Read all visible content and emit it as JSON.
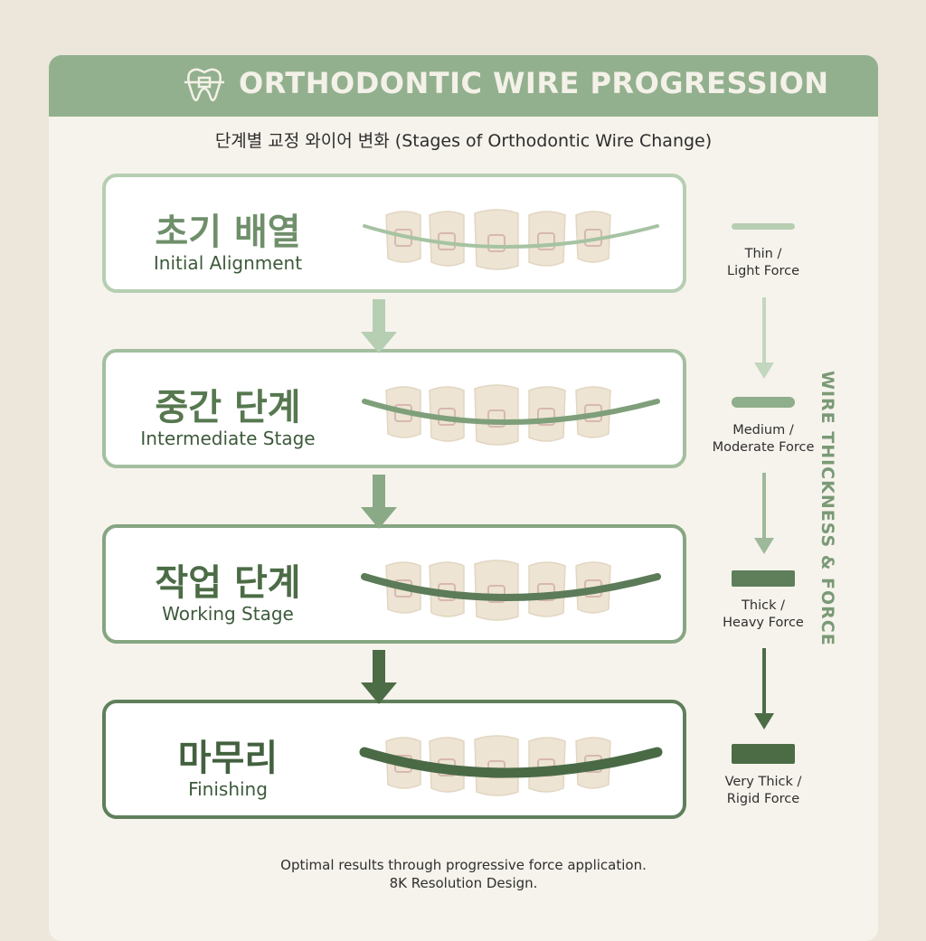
{
  "title": "ORTHODONTIC WIRE PROGRESSION",
  "subtitle": "단계별 교정 와이어 변화 (Stages of Orthodontic Wire Change)",
  "logo_icon": "tooth-with-brace-icon",
  "stages": [
    {
      "ko": "초기 배열",
      "en": "Initial Alignment",
      "wire_level": 1,
      "color": "#b6ceb2",
      "title_color": "#6f8f6b"
    },
    {
      "ko": "중간 단계",
      "en": "Intermediate Stage",
      "wire_level": 2,
      "color": "#a3bf9f",
      "title_color": "#56784f"
    },
    {
      "ko": "작업 단계",
      "en": "Working Stage",
      "wire_level": 3,
      "color": "#86a582",
      "title_color": "#4c6c46"
    },
    {
      "ko": "마무리",
      "en": "Finishing",
      "wire_level": 4,
      "color": "#5f7f5b",
      "title_color": "#43613f"
    }
  ],
  "thickness": [
    {
      "line1": "Thin /",
      "line2": "Light Force"
    },
    {
      "line1": "Medium /",
      "line2": "Moderate Force"
    },
    {
      "line1": "Thick /",
      "line2": "Heavy Force"
    },
    {
      "line1": "Very Thick /",
      "line2": "Rigid Force"
    }
  ],
  "side_label": "WIRE THICKNESS & FORCE",
  "footer": {
    "line1": "Optimal results through progressive force application.",
    "line2": "8K Resolution Design."
  },
  "colors": {
    "banner": "#93b08e",
    "background": "#ede6db",
    "panel": "#f6f3ec",
    "tooth": "#ede4d3",
    "bracket": "#d7b8b0"
  }
}
